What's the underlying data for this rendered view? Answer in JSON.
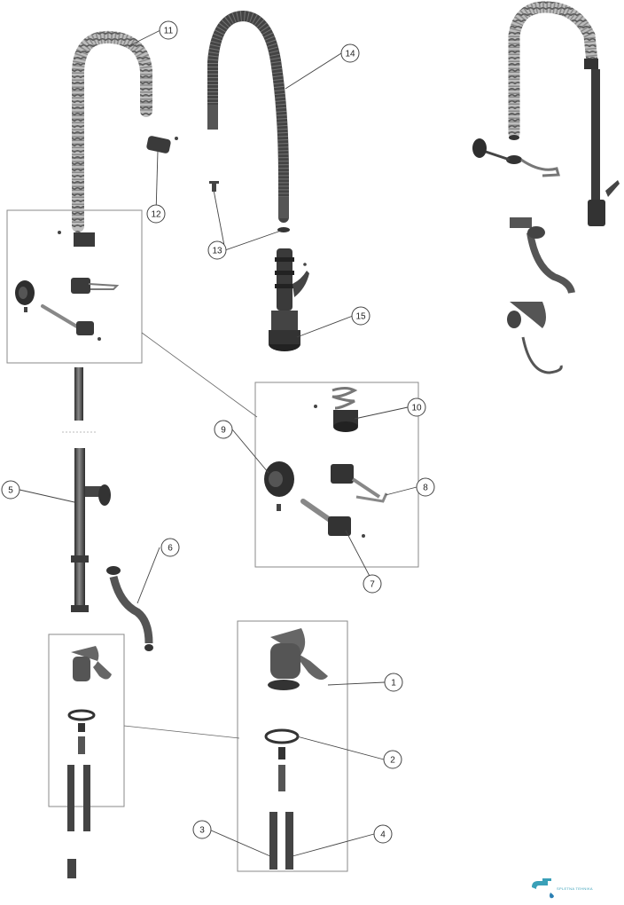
{
  "callouts": [
    {
      "id": "11",
      "label": "11"
    },
    {
      "id": "14",
      "label": "14"
    },
    {
      "id": "12",
      "label": "12"
    },
    {
      "id": "13",
      "label": "13"
    },
    {
      "id": "15",
      "label": "15"
    },
    {
      "id": "10",
      "label": "10"
    },
    {
      "id": "9",
      "label": "9"
    },
    {
      "id": "8",
      "label": "8"
    },
    {
      "id": "5",
      "label": "5"
    },
    {
      "id": "6",
      "label": "6"
    },
    {
      "id": "7",
      "label": "7"
    },
    {
      "id": "1",
      "label": "1"
    },
    {
      "id": "2",
      "label": "2"
    },
    {
      "id": "3",
      "label": "3"
    },
    {
      "id": "4",
      "label": "4"
    }
  ],
  "logo": {
    "text": "SPLETNA TEHNIKA",
    "icon": "faucet-drop-icon",
    "color": "#3aa0b8"
  },
  "colors": {
    "part_dark": "#3a3a3a",
    "part_mid": "#6b6b6b",
    "line": "#555555",
    "box_stroke": "#8a8a8a"
  }
}
